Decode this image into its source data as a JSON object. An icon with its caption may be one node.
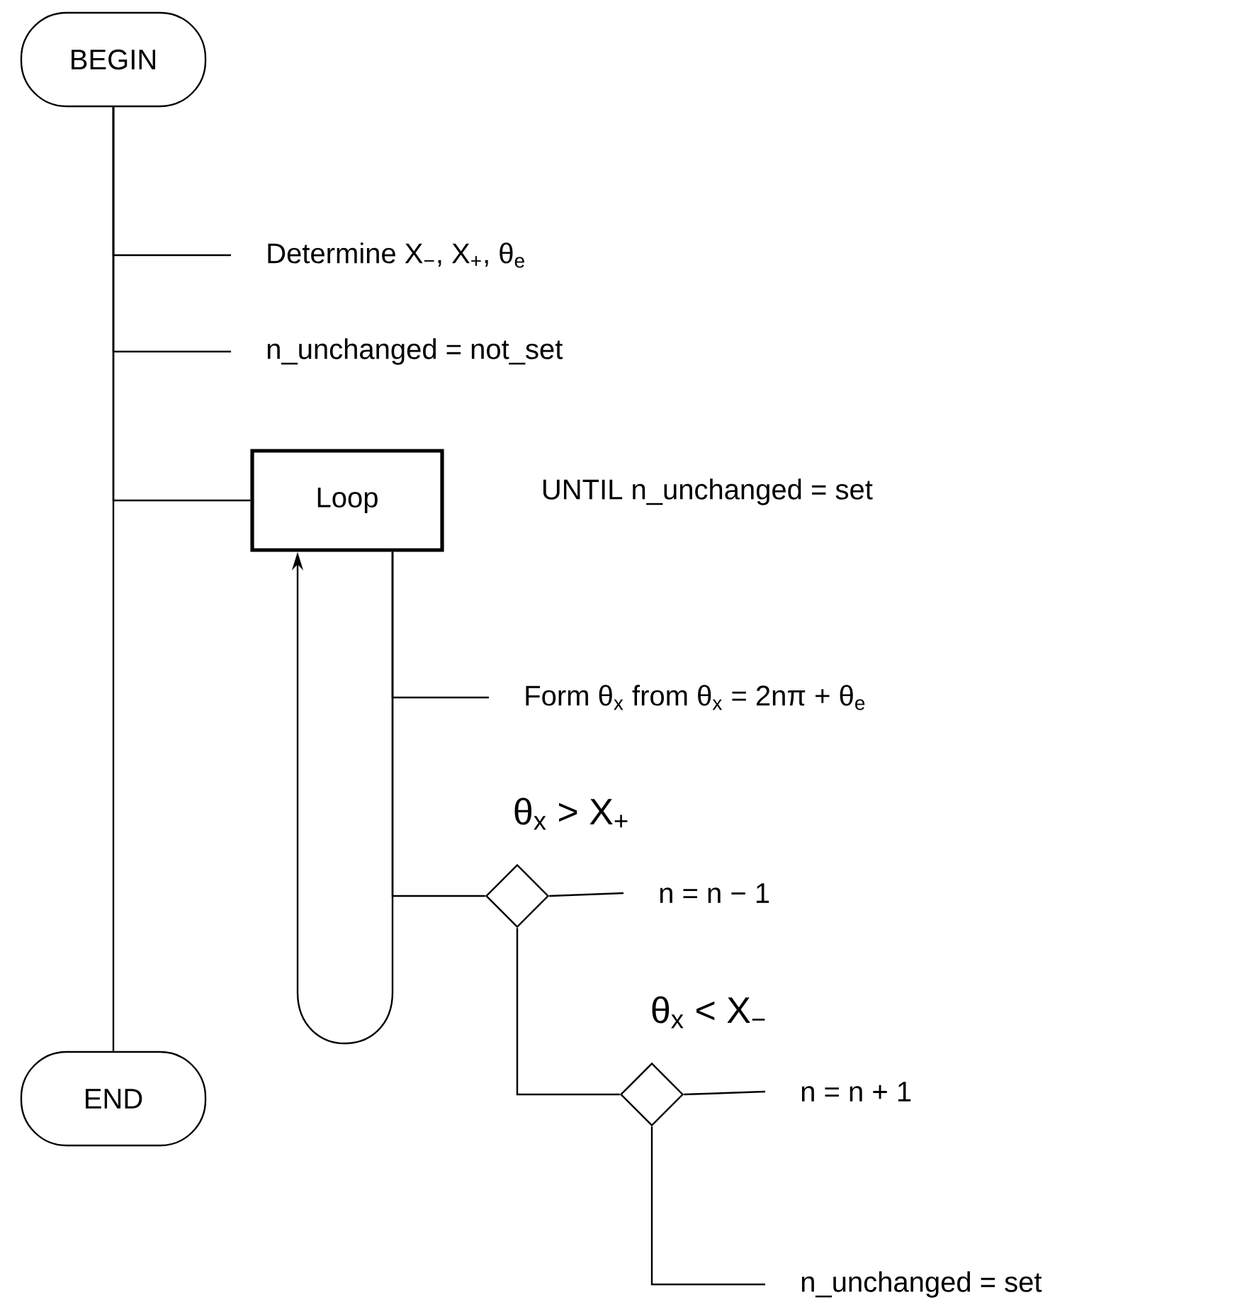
{
  "diagram": {
    "nodes": [
      {
        "text": [
          "BEGIN"
        ]
      },
      {
        "text": [
          "Determine X$_{−}$, X$_{+}$, θ$_{e}$"
        ]
      },
      {
        "text": [
          "n_unchanged = not_set"
        ]
      },
      {
        "text": [
          "Loop"
        ],
        "beside": [
          "UNTIL n_unchanged = set"
        ]
      },
      {
        "text": [
          "Form θ$_{x}$ from θ$_{x}$ = 2nπ + θ$_{e}$"
        ]
      },
      {
        "text": [
          "θ$_{x}$ > X$_{+}$"
        ]
      },
      {
        "text": [
          "n = n − 1"
        ]
      },
      {
        "text": [
          "END"
        ]
      },
      {
        "text": [
          "θ$_{x}$ < X$_{−}$"
        ]
      },
      {
        "text": [
          "n = n + 1"
        ]
      },
      {
        "text": [
          "n_unchanged = set"
        ]
      }
    ],
    "edges": [
      {
        "from": 0,
        "to": 7,
        "arrow": "none"
      },
      {
        "from": 0,
        "to": 1,
        "arrow": "none"
      },
      {
        "from": 0,
        "to": 2,
        "arrow": "none"
      },
      {
        "from": 0,
        "to": 3,
        "arrow": "none"
      },
      {
        "from": 3,
        "to": 3,
        "arrow": "to"
      },
      {
        "from": 3,
        "to": 4,
        "arrow": "none"
      },
      {
        "from": 3,
        "to": 5,
        "arrow": "none"
      },
      {
        "from": 5,
        "to": 6,
        "arrow": "none"
      },
      {
        "from": 5,
        "to": 8,
        "arrow": "none"
      },
      {
        "from": 8,
        "to": 9,
        "arrow": "none"
      },
      {
        "from": 8,
        "to": 10,
        "arrow": "none"
      }
    ]
  }
}
